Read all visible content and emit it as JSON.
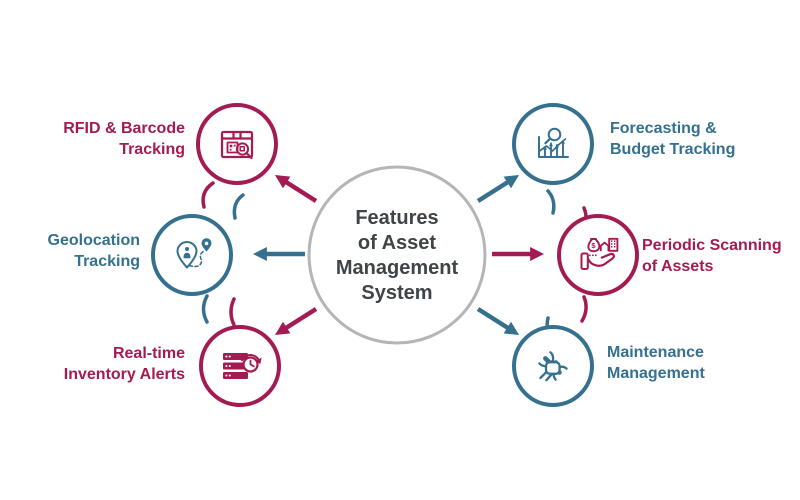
{
  "colors": {
    "crimson": "#a31b52",
    "teal": "#35708f",
    "center_text": "#3f4448",
    "center_ring": "#b5b5b5",
    "background": "#ffffff"
  },
  "center": {
    "label": "Features\nof Asset\nManagement\nSystem"
  },
  "icons": {
    "currency_symbol": "$"
  },
  "nodes": [
    {
      "id": "rfid-barcode-tracking",
      "label": "RFID & Barcode\nTracking",
      "color": "crimson",
      "icon": "package-qr-magnifier-icon"
    },
    {
      "id": "geolocation-tracking",
      "label": "Geolocation\nTracking",
      "color": "teal",
      "icon": "person-pin-route-icon"
    },
    {
      "id": "real-time-inventory-alerts",
      "label": "Real-time\nInventory Alerts",
      "color": "crimson",
      "icon": "server-stack-clock-icon"
    },
    {
      "id": "forecasting-budget-tracking",
      "label": "Forecasting &\nBudget Tracking",
      "color": "teal",
      "icon": "growth-chart-magnifier-icon"
    },
    {
      "id": "periodic-scanning-of-assets",
      "label": "Periodic Scanning\nof Assets",
      "color": "crimson",
      "icon": "hand-holding-assets-icon"
    },
    {
      "id": "maintenance-management",
      "label": "Maintenance\nManagement",
      "color": "teal",
      "icon": "fist-wrench-icon"
    }
  ]
}
